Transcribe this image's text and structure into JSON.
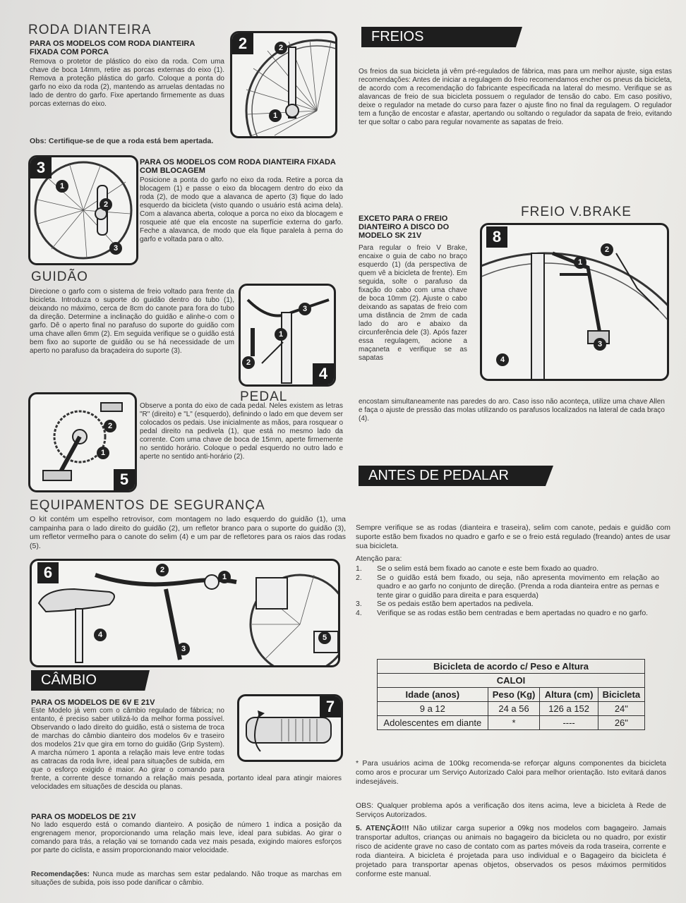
{
  "roda": {
    "title": "RODA DIANTEIRA",
    "sub1": "PARA OS MODELOS COM RODA DIANTEIRA FIXADA COM PORCA",
    "text1": "Remova o protetor de plástico do eixo da roda. Com uma chave de boca 14mm, retire as porcas externas do eixo (1). Remova a proteção plástica do garfo. Coloque a ponta do garfo no eixo da roda (2), mantendo as arruelas dentadas no lado de dentro do garfo. Fixe apertando firmemente as duas porcas externas do eixo.",
    "obs": "Obs: Certifique-se de que a roda está bem apertada.",
    "sub2": "PARA OS MODELOS COM RODA DIANTEIRA FIXADA COM BLOCAGEM",
    "text2": "Posicione a ponta do garfo no eixo da roda. Retire a porca da blocagem (1) e passe o eixo da blocagem dentro do eixo da roda (2), de modo que a alavanca de aperto (3) fique do lado esquerdo da bicicleta (visto quando o usuário está acima dela). Com a alavanca aberta, coloque a porca no eixo da blocagem e rosqueie até que ela encoste na superfície externa do garfo. Feche a alavanca, de modo que ela fique paralela à perna do garfo e voltada para o alto."
  },
  "guidao": {
    "title": "GUIDÃO",
    "text": "Direcione o garfo com o sistema de freio voltado para frente da bicicleta. Introduza o suporte do guidão dentro do tubo (1), deixando no máximo, cerca de 8cm do canote para fora do tubo da direção. Determine a inclinação do guidão e alinhe-o com o garfo. Dê o aperto final no parafuso do suporte do guidão com uma chave allen 6mm (2). Em seguida verifique se o guidão está bem fixo ao suporte de guidão ou se há necessidade de um aperto no parafuso da braçadeira do suporte (3)."
  },
  "pedal": {
    "title": "PEDAL",
    "text": "Observe a ponta do eixo de cada pedal. Neles existem as letras \"R\" (direito) e \"L\" (esquerdo), definindo o lado em que devem ser colocados os pedais. Use inicialmente as mãos, para rosquear o pedal direito na pedivela (1), que está no mesmo lado da corrente. Com uma chave de boca de 15mm, aperte firmemente no sentido horário. Coloque o pedal esquerdo no outro lado e aperte no sentido anti-horário (2)."
  },
  "equip": {
    "title": "EQUIPAMENTOS DE SEGURANÇA",
    "text": "O kit contém um espelho retrovisor, com montagem no lado esquerdo do guidão (1), uma campainha para o lado direito do guidão (2), um refletor branco para o suporte do guidão (3), um refletor vermelho para o canote do selim (4) e um par de refletores para os raios das rodas (5)."
  },
  "cambio": {
    "title": "CÂMBIO",
    "sub1": "PARA OS MODELOS DE 6V E 21V",
    "text1": "Este Modelo já vem com o câmbio regulado de fábrica; no entanto, é preciso saber utilizá-lo da melhor forma possível. Observando o lado direito do guidão, está o sistema de troca de marchas do câmbio dianteiro dos modelos 6v e traseiro dos modelos 21v que gira em torno do guidão (Grip System). A marcha número 1 aponta a relação mais leve entre todas as catracas da roda livre, ideal para situações de subida, em que o esforço exigido é maior. Ao girar o comando para frente, a corrente desce tornando a relação mais pesada, portanto ideal para atingir maiores velocidades em situações de descida ou planas.",
    "sub2": "PARA OS MODELOS DE 21V",
    "text2": "No lado esquerdo está o comando dianteiro. A posição de número 1 indica a posição da engrenagem menor, proporcionando uma relação mais leve, ideal para subidas. Ao girar o comando para trás, a relação vai se tornando cada vez mais pesada, exigindo maiores esforços por parte do ciclista, e assim proporcionando maior velocidade.",
    "rec_label": "Recomendações:",
    "rec_text": "Nunca mude as marchas sem estar pedalando. Não troque as marchas em situações de subida, pois isso pode danificar o câmbio."
  },
  "freios": {
    "title": "FREIOS",
    "text": "Os freios da sua bicicleta já vêm pré-regulados de fábrica, mas para um melhor ajuste, siga estas recomendações: Antes de iniciar a regulagem do freio recomendamos encher os pneus da bicicleta, de acordo com a recomendação do fabricante especificada na lateral do mesmo. Verifique se as alavancas de freio de sua bicicleta possuem o regulador de tensão do cabo. Em caso positivo, deixe o regulador na metade do curso para fazer o ajuste fino no final da regulagem. O regulador tem a função de encostar e afastar, apertando ou soltando o regulador da sapata de freio, evitando ter que soltar o cabo para regular novamente as sapatas de freio."
  },
  "vbrake": {
    "title": "FREIO V.BRAKE",
    "sub": "EXCETO PARA O FREIO DIANTEIRO A DISCO DO MODELO SK 21V",
    "text1": "Para regular o freio V Brake, encaixe o guia de cabo no braço esquerdo (1) (da perspectiva de quem vê a bicicleta de frente). Em seguida, solte o parafuso da fixação do cabo com uma chave de boca 10mm (2). Ajuste o cabo deixando as sapatas de freio com uma distância de 2mm de cada lado do aro e abaixo da circunferência dele (3). Após fazer essa regulagem, acione a maçaneta e verifique se as sapatas",
    "text2": "encostam simultaneamente nas paredes do aro. Caso isso não aconteça, utilize uma chave Allen e faça o ajuste de pressão das molas utilizando os parafusos localizados na lateral de cada braço (4)."
  },
  "antes": {
    "title": "ANTES DE PEDALAR",
    "intro": "Sempre verifique se as rodas (dianteira e traseira), selim com canote, pedais e guidão com suporte estão bem fixados no quadro e garfo e se o freio está regulado (freando) antes de usar sua bicicleta.",
    "atencao": "Atenção para:",
    "items": [
      {
        "n": "1.",
        "t": "Se o selim está bem fixado ao canote e este bem fixado ao quadro."
      },
      {
        "n": "2.",
        "t": "Se o guidão está bem fixado, ou seja, não apresenta movimento em relação ao quadro e ao garfo no conjunto de direção. (Prenda a roda dianteira entre as pernas e tente girar o guidão para direita e para esquerda)"
      },
      {
        "n": "3.",
        "t": "Se os pedais estão bem apertados na pedivela."
      },
      {
        "n": "4.",
        "t": "Verifique se as rodas estão bem centradas e bem apertadas no quadro e no garfo."
      }
    ]
  },
  "table": {
    "title": "Bicicleta de acordo c/ Peso e Altura",
    "brand": "CALOI",
    "headers": [
      "Idade (anos)",
      "Peso (Kg)",
      "Altura (cm)",
      "Bicicleta"
    ],
    "rows": [
      [
        "9 a 12",
        "24 a 56",
        "126 a 152",
        "24\""
      ],
      [
        "Adolescentes em diante",
        "*",
        "----",
        "26\""
      ]
    ]
  },
  "notes": {
    "star": "* Para usuários acima de 100kg recomenda-se reforçar alguns componentes da bicicleta como aros e procurar um Serviço Autorizado Caloi para melhor orientação. Isto evitará danos indesejáveis.",
    "obs": "OBS: Qualquer problema após a verificação dos itens acima, leve a bicicleta à Rede de Serviços Autorizados.",
    "atencao5_label": "5. ATENÇÃO!!!",
    "atencao5_text": "Não utilizar carga superior a 09kg nos modelos com bagageiro. Jamais transportar adultos, crianças ou animais no bagageiro da bicicleta ou no quadro, por existir risco de acidente grave no caso de contato com as partes móveis da roda traseira, corrente e roda dianteira. A bicicleta é projetada para uso individual e o Bagageiro da bicicleta é projetado para transportar apenas objetos, observados os pesos máximos permitidos conforme este manual."
  },
  "figs": {
    "f2": "2",
    "f3": "3",
    "f4": "4",
    "f5": "5",
    "f6": "6",
    "f7": "7",
    "f8": "8",
    "c1": "1",
    "c2": "2",
    "c3": "3",
    "c4": "4",
    "c5": "5"
  }
}
